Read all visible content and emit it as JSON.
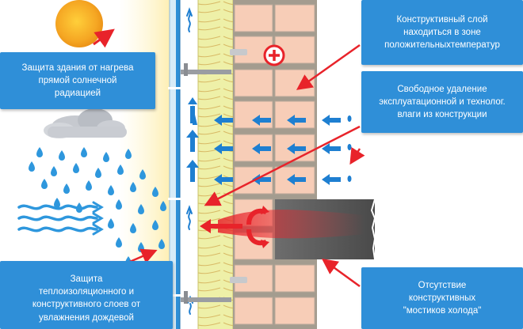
{
  "colors": {
    "label_bg": "#2f8fd8",
    "brick": "#f7cdb7",
    "insulation": "#eef0a8",
    "airflow_arrow": "#1e7fd1",
    "rain": "#2e97dd",
    "pointer": "#e8232a",
    "heat": "#e8232a",
    "concrete": "#5b5b5b"
  },
  "labels": {
    "sun_protection": [
      "Защита здания от нагрева",
      "прямой солнечной",
      "радиацией"
    ],
    "rain_protection": [
      "Защита",
      "теплоизоляционного и",
      "конструктивного слоев от",
      "увлажнения дождевой"
    ],
    "positive_temp": [
      "Конструктивный слой",
      "находиться в зоне",
      "положительныхтемператур"
    ],
    "moisture_removal": [
      "Свободное удаление",
      "эксплуатационной и технолог.",
      "влаги из конструкции"
    ],
    "no_cold_bridges": [
      "Отсутствие",
      "конструктивных",
      "\"мостиков холода\""
    ]
  },
  "icons": {
    "sun": "sun-icon",
    "cloud": "rain-cloud-icon",
    "wind": "wind-icon",
    "plus": "plus-circle-icon"
  }
}
